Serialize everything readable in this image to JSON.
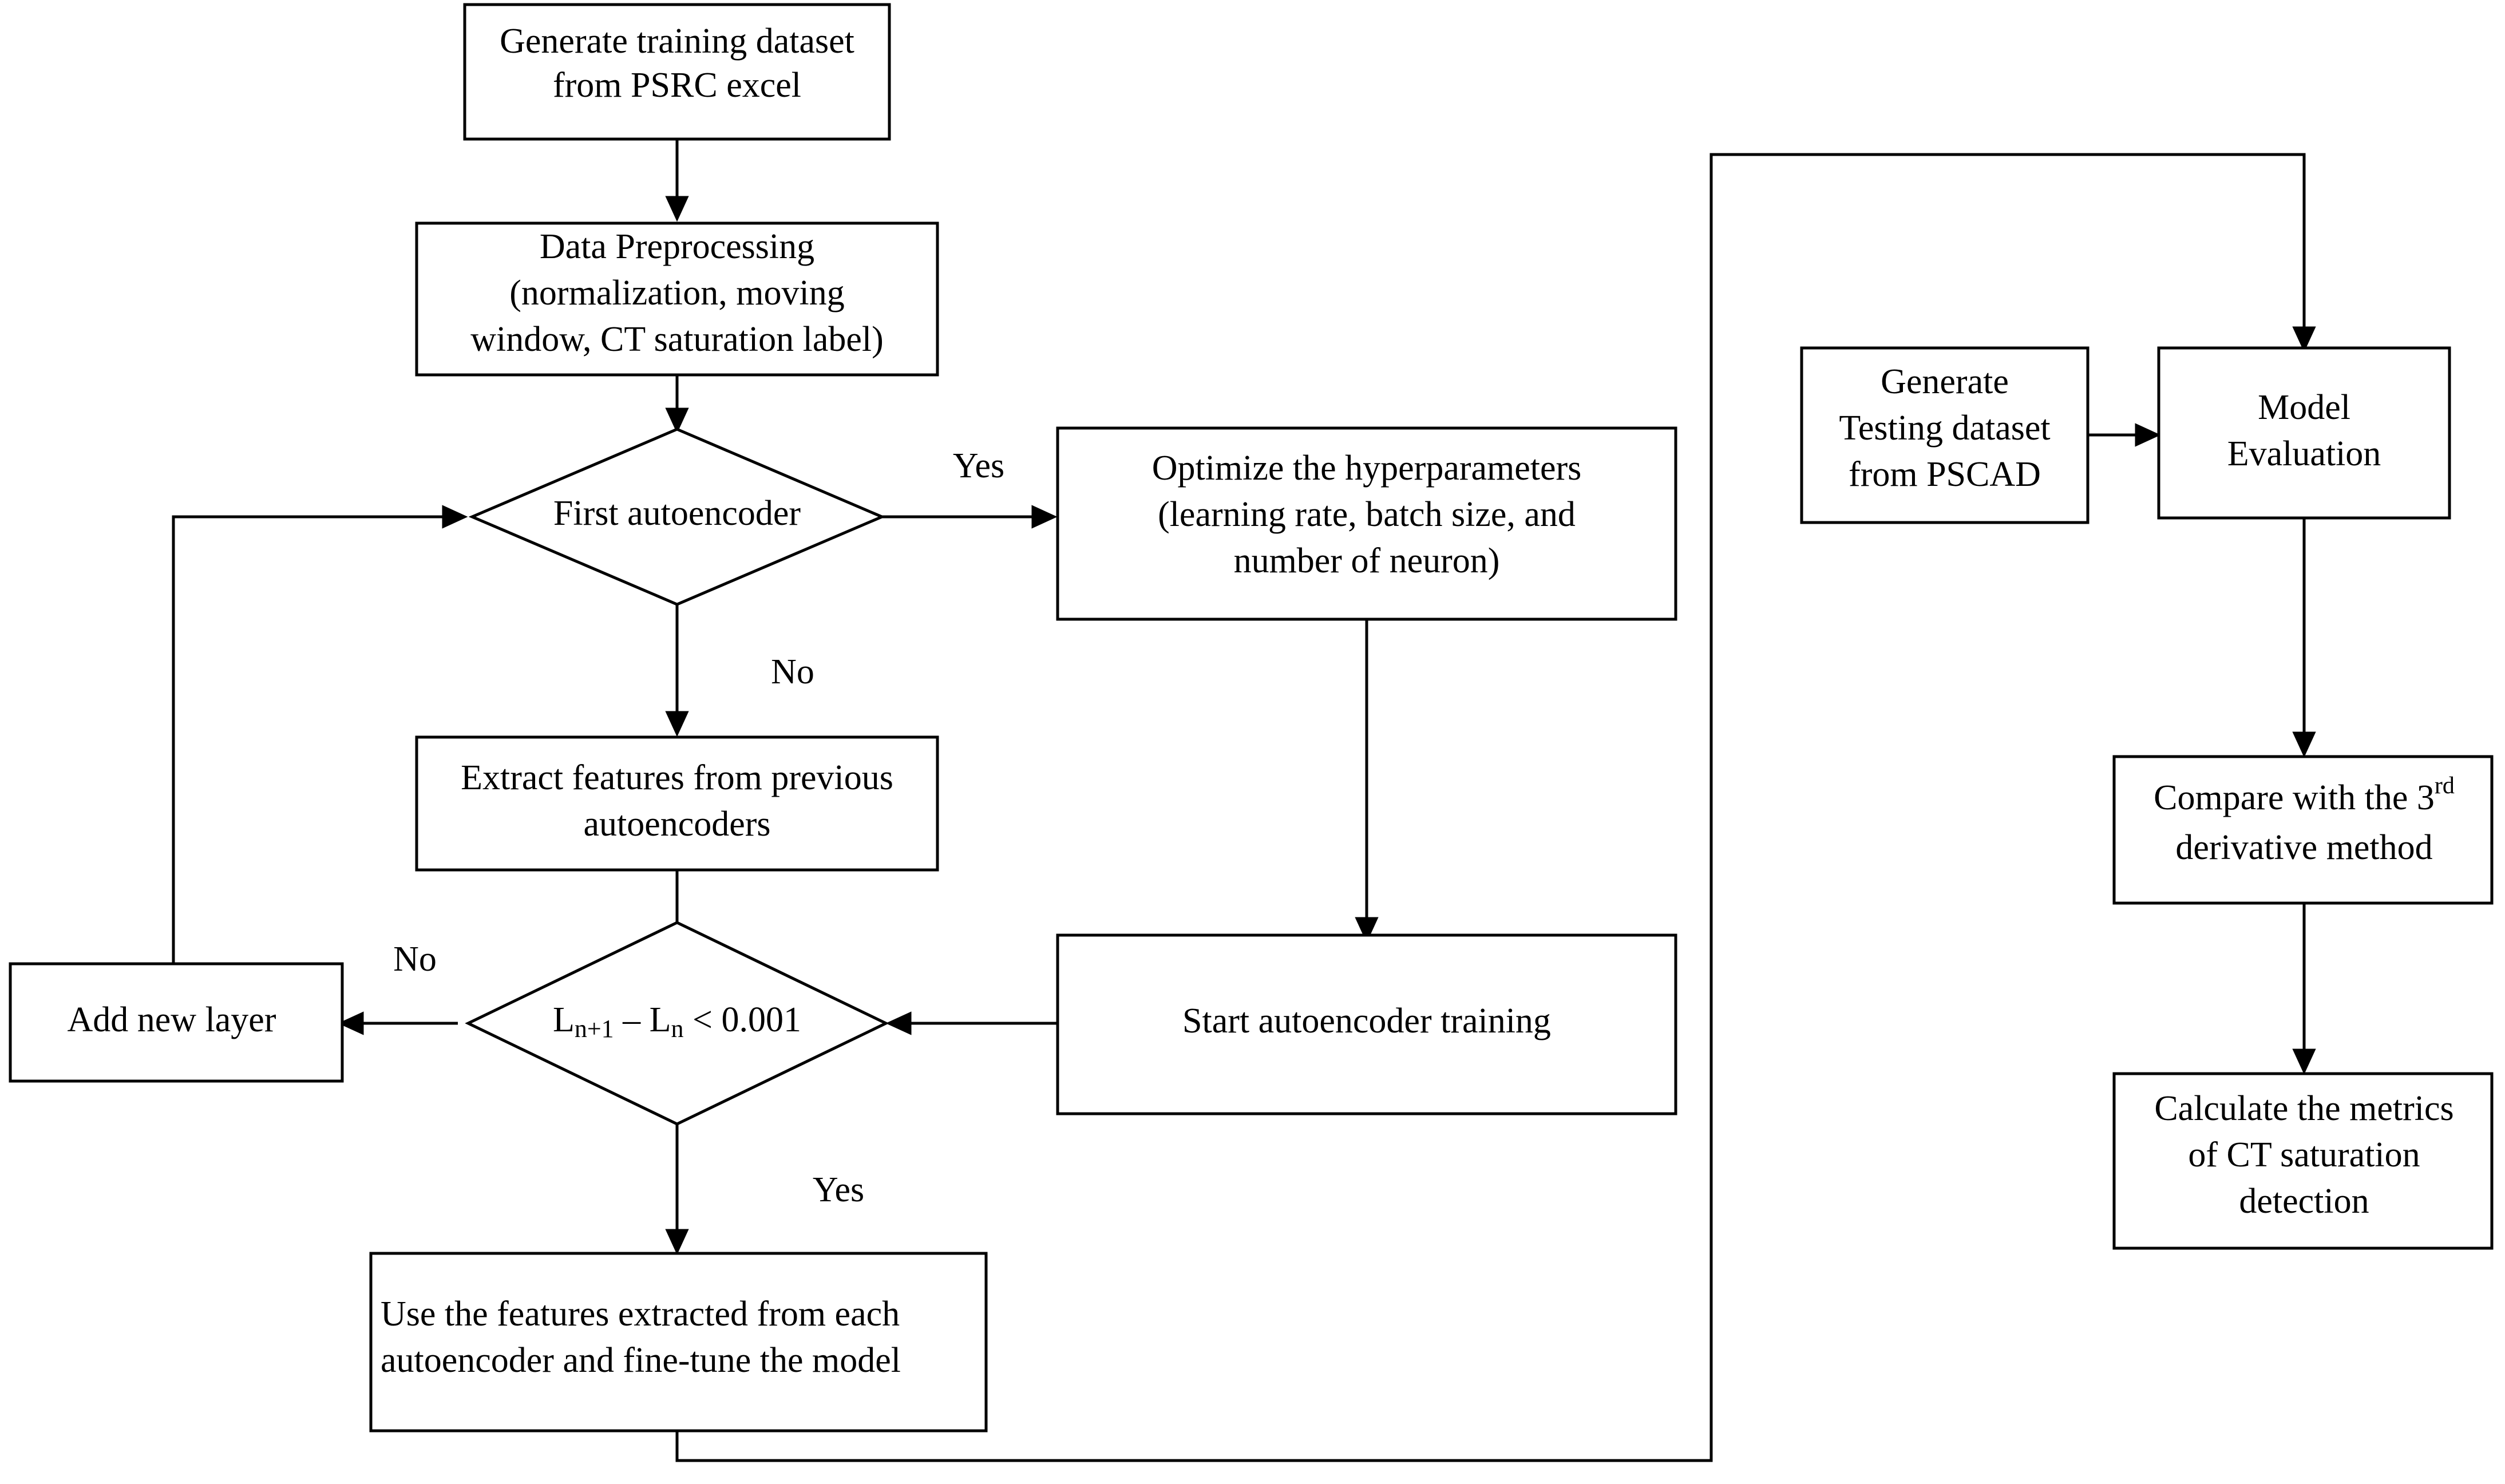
{
  "diagram": {
    "title": "Deep autoencoder CT saturation detection workflow",
    "background_color": "#ffffff",
    "line_color": "#000000",
    "text_color": "#000000",
    "nodes": [
      {
        "id": "generate-training-dataset",
        "shape": "process",
        "lines": [
          "Generate training dataset",
          "from PSRC excel"
        ]
      },
      {
        "id": "data-preprocessing",
        "shape": "process",
        "lines": [
          "Data Preprocessing",
          "(normalization, moving",
          "window, CT saturation label)"
        ]
      },
      {
        "id": "first-autoencoder",
        "shape": "decision",
        "lines": [
          "First autoencoder"
        ]
      },
      {
        "id": "optimize-hyperparameters",
        "shape": "process",
        "lines": [
          "Optimize the hyperparameters",
          "(learning rate, batch size, and",
          "number of neuron)"
        ]
      },
      {
        "id": "extract-features",
        "shape": "process",
        "lines": [
          "Extract features from previous",
          "autoencoders"
        ]
      },
      {
        "id": "start-training",
        "shape": "process",
        "lines": [
          "Start autoencoder training"
        ]
      },
      {
        "id": "loss-threshold",
        "shape": "decision",
        "lines": [
          "Ln+1 – Ln < 0.001"
        ],
        "formula": {
          "l1": "L",
          "sub1": "n+1",
          "op": " – ",
          "l2": "L",
          "sub2": "n",
          "cmp": " < 0.001"
        }
      },
      {
        "id": "add-new-layer",
        "shape": "process",
        "lines": [
          "Add new layer"
        ]
      },
      {
        "id": "fine-tune-model",
        "shape": "process",
        "lines": [
          "Use the features extracted from each",
          "autoencoder and fine-tune the model"
        ]
      },
      {
        "id": "generate-testing-dataset",
        "shape": "process",
        "lines": [
          "Generate",
          "Testing dataset",
          "from PSCAD"
        ]
      },
      {
        "id": "model-evaluation",
        "shape": "process",
        "lines": [
          "Model",
          "Evaluation"
        ]
      },
      {
        "id": "compare-derivative",
        "shape": "process",
        "lines": [
          "Compare with the 3rd",
          "derivative method"
        ],
        "superscript": {
          "number": "3",
          "ordinal": "rd",
          "rest": ""
        }
      },
      {
        "id": "calculate-metrics",
        "shape": "process",
        "lines": [
          "Calculate the metrics",
          "of CT saturation",
          "detection"
        ]
      }
    ],
    "edge_labels": [
      {
        "id": "yes-first-autoencoder",
        "text": "Yes"
      },
      {
        "id": "no-first-autoencoder",
        "text": "No"
      },
      {
        "id": "no-loss-threshold",
        "text": "No"
      },
      {
        "id": "yes-loss-threshold",
        "text": "Yes"
      }
    ]
  }
}
